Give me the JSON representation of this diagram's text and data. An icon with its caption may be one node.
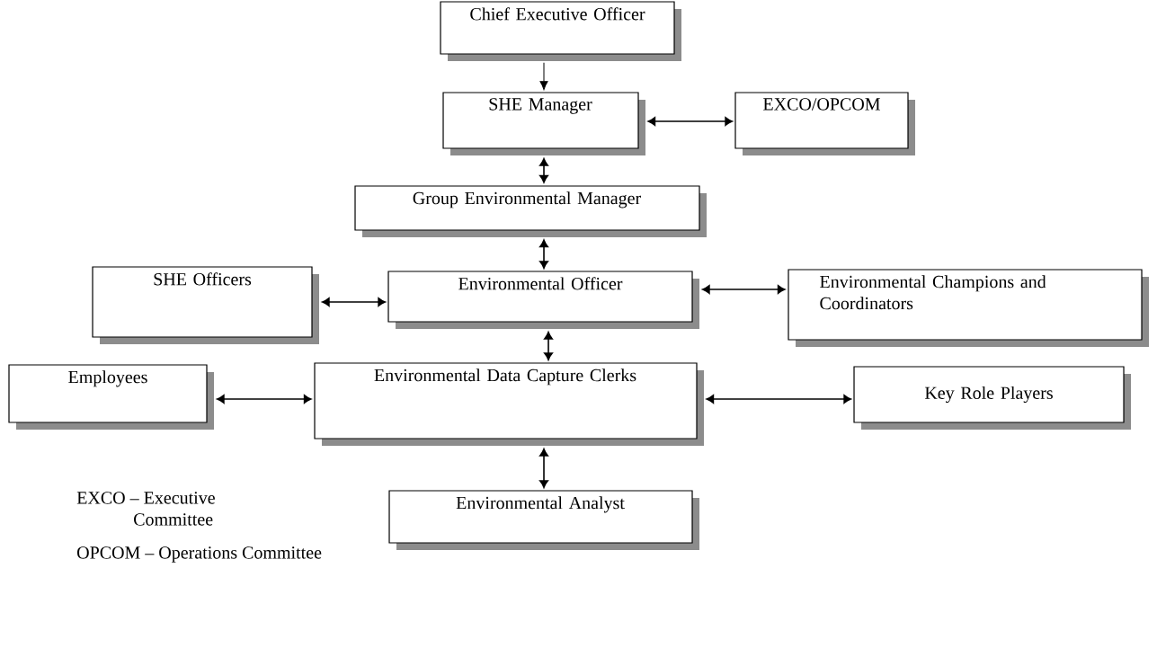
{
  "diagram": {
    "nodes": [
      {
        "text": [
          "Chief Executive Officer"
        ]
      },
      {
        "text": [
          "SHE Manager"
        ]
      },
      {
        "text": [
          "EXCO/OPCOM"
        ]
      },
      {
        "text": [
          "Group Environmental Manager"
        ]
      },
      {
        "text": [
          "SHE Officers"
        ]
      },
      {
        "text": [
          "Environmental Officer"
        ]
      },
      {
        "text": [
          "Environmental Champions and Coordinators"
        ]
      },
      {
        "text": [
          "Employees"
        ]
      },
      {
        "text": [
          "Environmental Data Capture Clerks"
        ]
      },
      {
        "text": [
          "Key Role Players"
        ]
      },
      {
        "text": [
          "Environmental Analyst"
        ]
      }
    ],
    "edges": [
      {
        "from": 0,
        "to": 1,
        "arrow": "to"
      },
      {
        "from": 1,
        "to": 2,
        "arrow": "both"
      },
      {
        "from": 1,
        "to": 3,
        "arrow": "both"
      },
      {
        "from": 3,
        "to": 5,
        "arrow": "both"
      },
      {
        "from": 4,
        "to": 5,
        "arrow": "both"
      },
      {
        "from": 5,
        "to": 6,
        "arrow": "both"
      },
      {
        "from": 5,
        "to": 8,
        "arrow": "both"
      },
      {
        "from": 7,
        "to": 8,
        "arrow": "both"
      },
      {
        "from": 8,
        "to": 9,
        "arrow": "both"
      },
      {
        "from": 8,
        "to": 10,
        "arrow": "both"
      }
    ],
    "labels": [
      "EXCO – Executive Committee",
      "OPCOM – Operations Committee"
    ]
  }
}
